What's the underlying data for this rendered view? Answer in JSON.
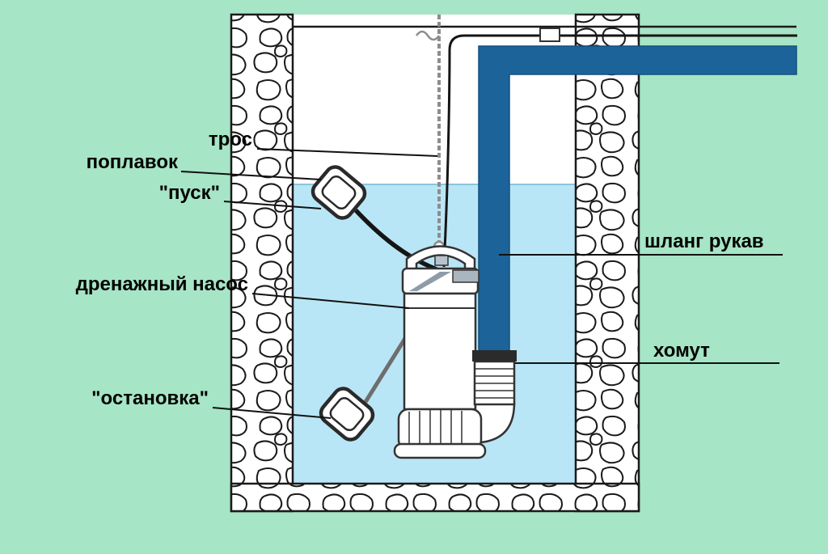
{
  "diagram": {
    "labels": {
      "rope": "трос",
      "float": "поплавок",
      "start": "\"пуск\"",
      "pump": "дренажный насос",
      "stop": "\"остановка\"",
      "hose": "шланг рукав",
      "clamp": "хомут"
    },
    "colors": {
      "background": "#a6e5c5",
      "water": "#b9e6f6",
      "pipe": "#1c6399",
      "stone_outline": "#1a1a1a",
      "cable_black": "#151515",
      "cable_gray": "#6e6e6e"
    }
  }
}
